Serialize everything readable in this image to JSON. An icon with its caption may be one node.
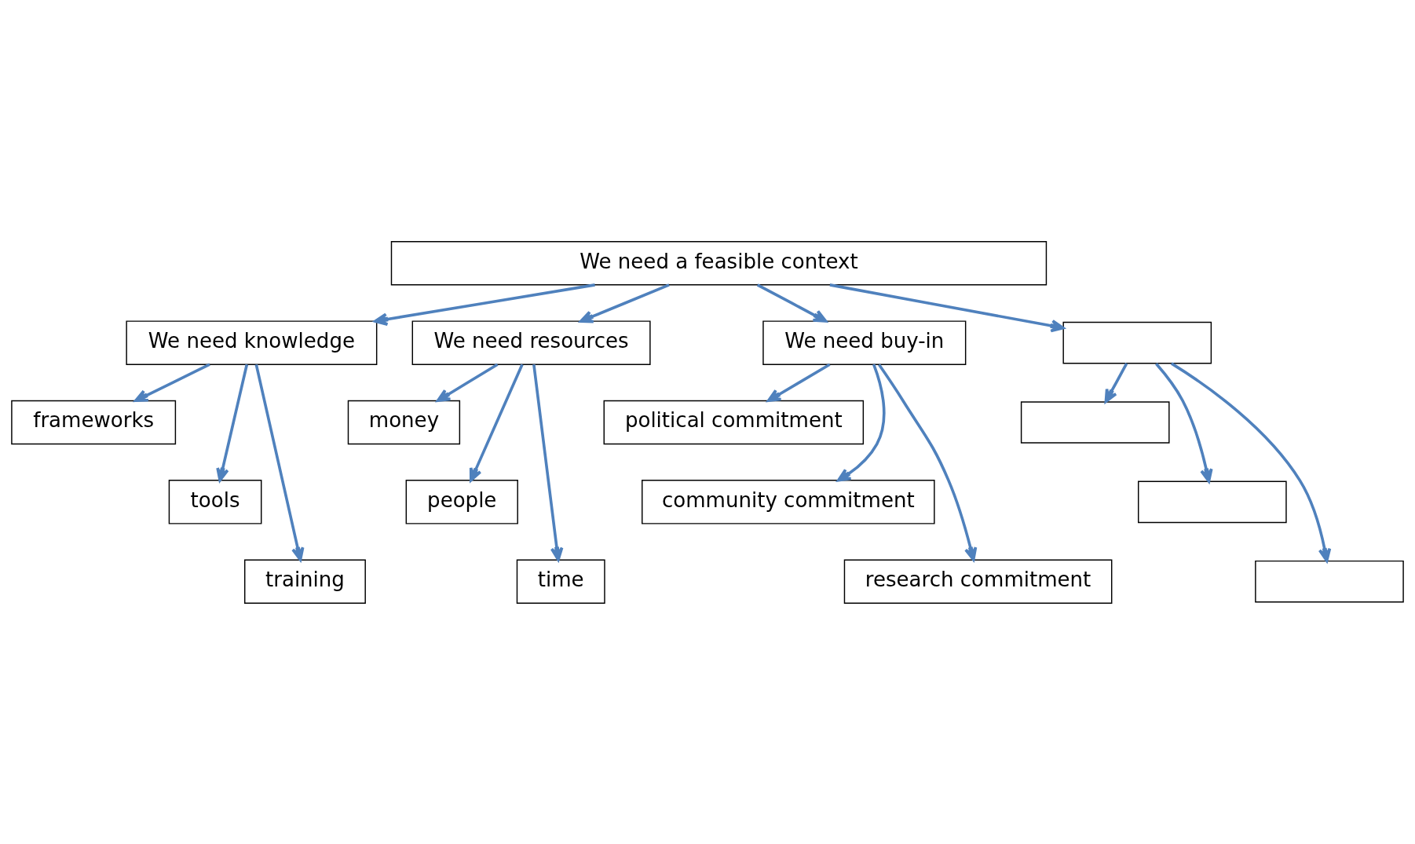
{
  "diagram": {
    "nodes": [
      {
        "text": [
          "We need a feasible context"
        ]
      },
      {
        "text": [
          "We need knowledge"
        ]
      },
      {
        "text": [
          "We need resources"
        ]
      },
      {
        "text": [
          "We need buy-in"
        ]
      },
      {
        "text": [],
        "shape": "box"
      },
      {
        "text": [
          "frameworks"
        ]
      },
      {
        "text": [
          "tools"
        ]
      },
      {
        "text": [
          "training"
        ]
      },
      {
        "text": [
          "money"
        ]
      },
      {
        "text": [
          "people"
        ]
      },
      {
        "text": [
          "time"
        ]
      },
      {
        "text": [
          "political commitment"
        ]
      },
      {
        "text": [
          "community commitment"
        ]
      },
      {
        "text": [
          "research commitment"
        ]
      },
      {
        "text": [],
        "shape": "box"
      },
      {
        "text": [],
        "shape": "box"
      },
      {
        "text": [],
        "shape": "box"
      }
    ],
    "edges": [
      {
        "from": 0,
        "to": 1,
        "arrow": "to"
      },
      {
        "from": 0,
        "to": 2,
        "arrow": "to"
      },
      {
        "from": 0,
        "to": 3,
        "arrow": "to"
      },
      {
        "from": 0,
        "to": 4,
        "arrow": "to"
      },
      {
        "from": 1,
        "to": 5,
        "arrow": "to"
      },
      {
        "from": 1,
        "to": 6,
        "arrow": "to"
      },
      {
        "from": 1,
        "to": 7,
        "arrow": "to"
      },
      {
        "from": 2,
        "to": 8,
        "arrow": "to"
      },
      {
        "from": 2,
        "to": 9,
        "arrow": "to"
      },
      {
        "from": 2,
        "to": 10,
        "arrow": "to"
      },
      {
        "from": 3,
        "to": 11,
        "arrow": "to"
      },
      {
        "from": 3,
        "to": 12,
        "arrow": "to"
      },
      {
        "from": 3,
        "to": 13,
        "arrow": "to"
      },
      {
        "from": 4,
        "to": 14,
        "arrow": "to"
      },
      {
        "from": 4,
        "to": 15,
        "arrow": "to"
      },
      {
        "from": 4,
        "to": 16,
        "arrow": "to"
      }
    ]
  }
}
